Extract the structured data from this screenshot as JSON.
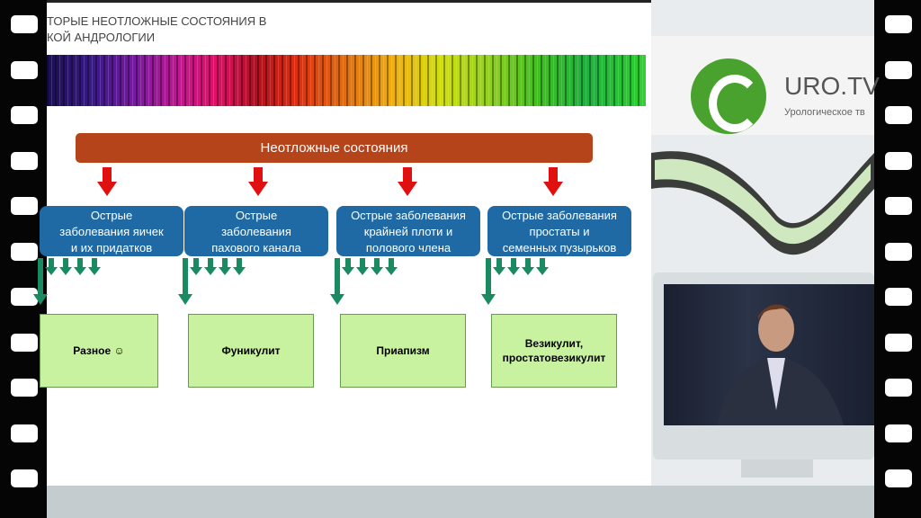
{
  "slide": {
    "title_line1": "ТОРЫЕ НЕОТЛОЖНЫЕ СОСТОЯНИЯ В",
    "title_line2": "КОЙ АНДРОЛОГИИ",
    "main": "Неотложные состояния",
    "categories": [
      {
        "l1": "Острые",
        "l2": "заболевания яичек",
        "l3": "и их придатков",
        "leaf": "Разное ☺"
      },
      {
        "l1": "Острые",
        "l2": "заболевания",
        "l3": "пахового канала",
        "leaf": "Фуникулит"
      },
      {
        "l1": "Острые заболевания",
        "l2": "крайней плоти и",
        "l3": "полового члена",
        "leaf": "Приапизм"
      },
      {
        "l1": "Острые заболевания",
        "l2": "простаты и",
        "l3": "семенных пузырьков",
        "leaf": "Везикулит, простатовезикулит"
      }
    ]
  },
  "brand": {
    "name": "URO.TV",
    "tagline": "Урологическое тв"
  },
  "colors": {
    "main": "#b5441b",
    "category": "#1f6aa5",
    "leaf": "#c9f2a0",
    "arrow_red": "#e01010",
    "arrow_green": "#1a8a60",
    "logo": "#4aa22e"
  }
}
